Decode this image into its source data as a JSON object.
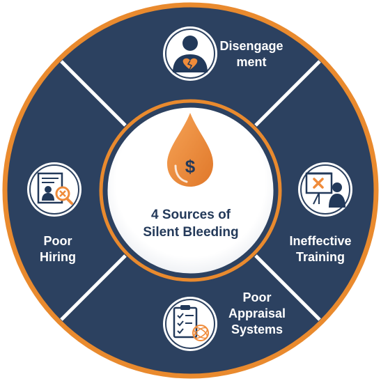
{
  "center": {
    "title_line1": "4 Sources of",
    "title_line2": "Silent Bleeding",
    "drop_icon": "money-drop-icon",
    "drop_symbol": "$"
  },
  "segments": [
    {
      "line1": "Disengage",
      "line2": "ment",
      "icon": "broken-heart-person-icon"
    },
    {
      "line1": "Ineffective",
      "line2": "Training",
      "icon": "presentation-board-x-icon"
    },
    {
      "line1": "Poor",
      "line2": "Appraisal",
      "line3": "Systems",
      "icon": "checklist-tangle-icon"
    },
    {
      "line1": "Poor",
      "line2": "Hiring",
      "icon": "resume-magnifier-x-icon"
    }
  ],
  "colors": {
    "ring_fill": "#2c4160",
    "outer_border": "#e98a2e",
    "inner_border": "#e98a2e",
    "accent": "#ef8b3a",
    "dark_icon": "#22395a",
    "icon_circle": "#ffffff",
    "divider": "#ffffff"
  }
}
